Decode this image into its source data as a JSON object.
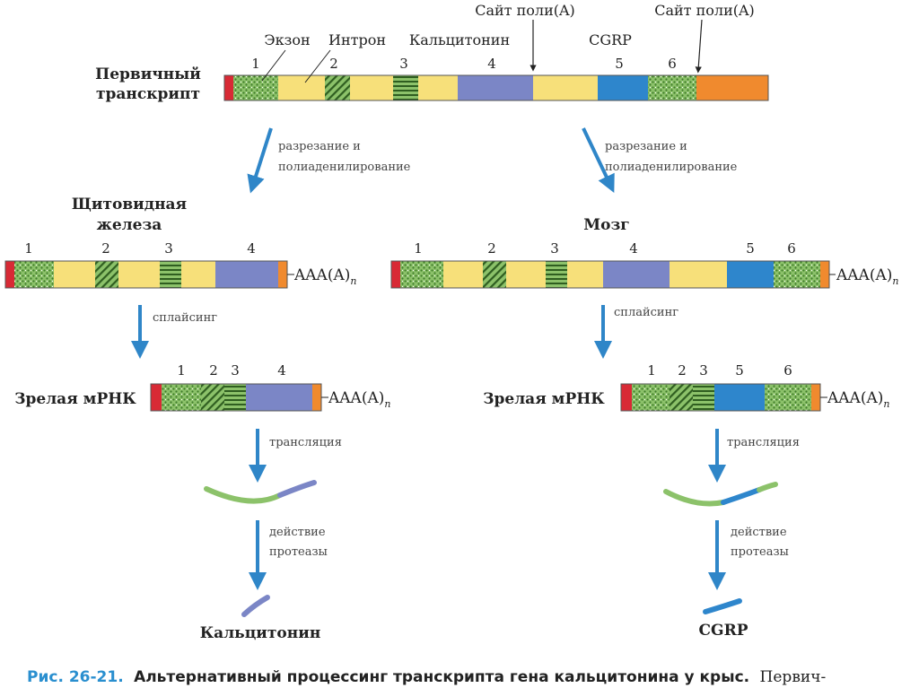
{
  "labels": {
    "exon": "Экзон",
    "intron": "Интрон",
    "calcitonin_top": "Кальцитонин",
    "cgrp_top": "CGRP",
    "polyA_site_1": "Сайт поли(A)",
    "polyA_site_2": "Сайт поли(A)",
    "primary_line1": "Первичный",
    "primary_line2": "транскрипт",
    "cut_left_1": "разрезание и",
    "cut_left_2": "полиаденилирование",
    "cut_right_1": "разрезание и",
    "cut_right_2": "полиаденилирование",
    "thyroid_1": "Щитовидная",
    "thyroid_2": "железа",
    "brain": "Мозг",
    "splicing_left": "сплайсинг",
    "splicing_right": "сплайсинг",
    "mature_left": "Зрелая мРНК",
    "mature_right": "Зрелая мРНК",
    "translation_left": "трансляция",
    "translation_right": "трансляция",
    "protease_left_1": "действие",
    "protease_left_2": "протеазы",
    "protease_right_1": "действие",
    "protease_right_2": "протеазы",
    "product_left": "Кальцитонин",
    "product_right": "CGRP",
    "polyA_tail": "AAA(A)",
    "polyA_sub": "n"
  },
  "exon_numbers": {
    "primary": [
      "1",
      "2",
      "3",
      "4",
      "5",
      "6"
    ],
    "thyroid_pre": [
      "1",
      "2",
      "3",
      "4"
    ],
    "brain_pre": [
      "1",
      "2",
      "3",
      "4",
      "5",
      "6"
    ],
    "thyroid_mature": [
      "1",
      "2",
      "3",
      "4"
    ],
    "brain_mature": [
      "1",
      "2",
      "3",
      "5",
      "6"
    ]
  },
  "caption": {
    "prefix": "Рис. 26-21.",
    "title": "Альтернативный процессинг транскрипта гена кальцитонина у крыс.",
    "tail": "Первич-"
  },
  "colors": {
    "intron": "#f7e07a",
    "exon_green": "#8cc26a",
    "exon_calcitonin": "#7b86c6",
    "exon_cgrp": "#2e86cc",
    "orange": "#f08a2e",
    "cap_red": "#d82a35",
    "arrow": "#2f86c8",
    "caption_prefix": "#2a8fcf"
  }
}
